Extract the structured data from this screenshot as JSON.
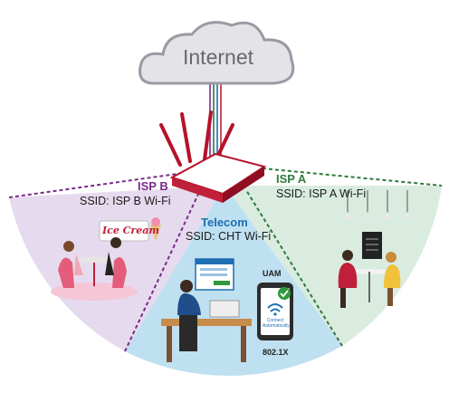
{
  "cloud": {
    "label": "Internet"
  },
  "zones": {
    "isp_b": {
      "title": "ISP B",
      "ssid": "SSID: ISP B Wi-Fi",
      "color": "#7a2a8a",
      "fill": "#e6dbee",
      "sign": "Ice Cream"
    },
    "telecom": {
      "title": "Telecom",
      "ssid": "SSID: CHT Wi-Fi",
      "color": "#1f6fb3",
      "fill": "#bfe0f1"
    },
    "isp_a": {
      "title": "ISP A",
      "ssid": "SSID: ISP A Wi-Fi",
      "color": "#2f7a3c",
      "fill": "#d9ecdf"
    }
  },
  "phone": {
    "top_label": "UAM",
    "bottom_label": "802.1X",
    "screen_text": "Connect Automatically"
  },
  "uplink_colors": [
    "#7a2a8a",
    "#2f7a3c",
    "#1f6fb3",
    "#c0203a"
  ],
  "router_color": "#b5122b"
}
